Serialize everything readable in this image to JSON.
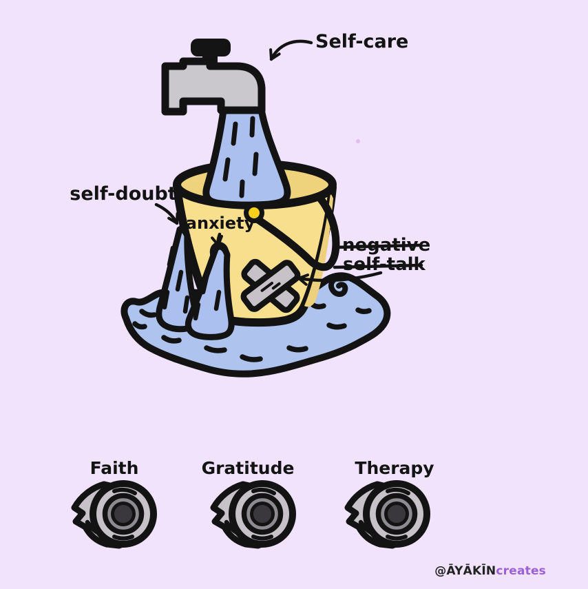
{
  "illustration": {
    "labels": {
      "faucet": "Self-care",
      "left_hole": "self-doubt",
      "front_hole": "anxiety",
      "patched_hole_word1": "negative",
      "patched_hole_word2": "self-talk"
    },
    "tape_rolls": [
      {
        "label": "Faith"
      },
      {
        "label": "Gratitude"
      },
      {
        "label": "Therapy"
      }
    ],
    "watermark": {
      "handle": "@ĀYĀKĪN",
      "suffix": "creates"
    },
    "colors": {
      "background": "#f0e3fb",
      "bucket": "#f8df8e",
      "bucket_interior": "#eed27c",
      "water": "#abc0ee",
      "faucet_gray": "#cac7cd",
      "tape_gray": "#c6c2c8",
      "tape_ring": "#8d8a90",
      "tape_hole": "#3a383c",
      "knob_yellow": "#f6cf1e",
      "outline": "#131313",
      "watermark_purple": "#9b5fd6"
    }
  }
}
